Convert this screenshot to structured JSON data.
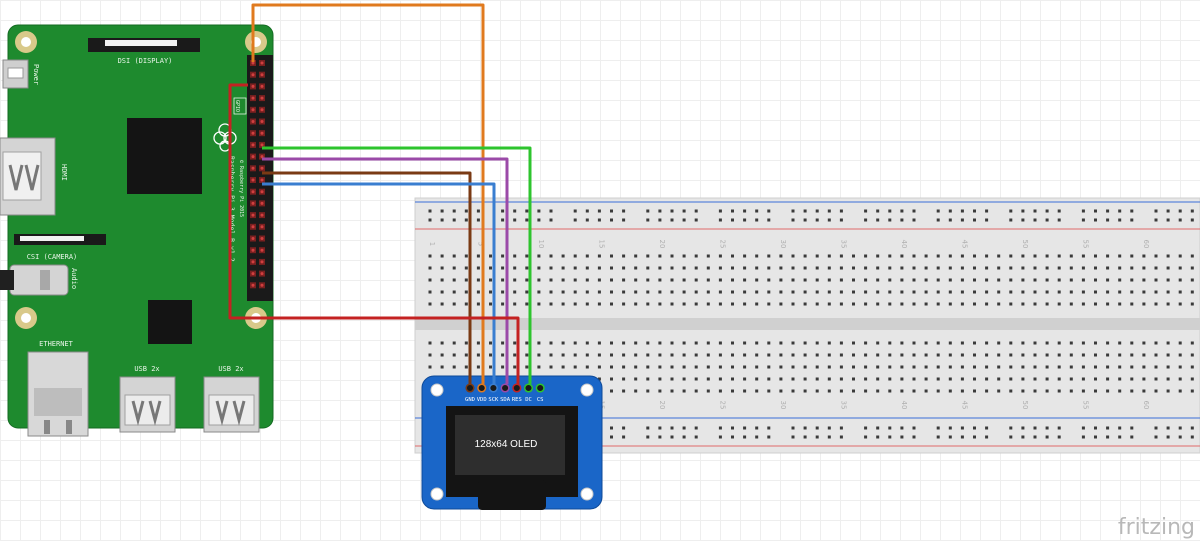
{
  "rpi": {
    "model_label": "Raspberry Pi 3 Model B v1.2",
    "copyright": "© Raspberry Pi 2015",
    "dsi_label": "DSI (DISPLAY)",
    "csi_label": "CSI (CAMERA)",
    "power_label": "Power",
    "hdmi_label": "HDMI",
    "audio_label": "Audio",
    "ethernet_label": "ETHERNET",
    "usb1_label": "USB 2x",
    "usb2_label": "USB 2x",
    "gpio_label": "GPIO"
  },
  "oled": {
    "screen_text": "128x64 OLED",
    "pins": [
      "GND",
      "VDD",
      "SCK",
      "SDA",
      "RES",
      "DC",
      "CS"
    ]
  },
  "breadboard": {
    "column_numbers": [
      "1",
      "5",
      "10",
      "15",
      "20",
      "25",
      "30",
      "35",
      "40",
      "45",
      "50",
      "55",
      "60"
    ]
  },
  "watermark": "fritzing",
  "colors": {
    "board_green": "#1e8a2e",
    "wire_orange": "#e07a1e",
    "wire_green": "#2ec42e",
    "wire_purple": "#9b4aa8",
    "wire_brown": "#7a3a14",
    "wire_blue": "#3a7ed0",
    "wire_red": "#c42222",
    "oled_blue": "#1a66c8"
  }
}
